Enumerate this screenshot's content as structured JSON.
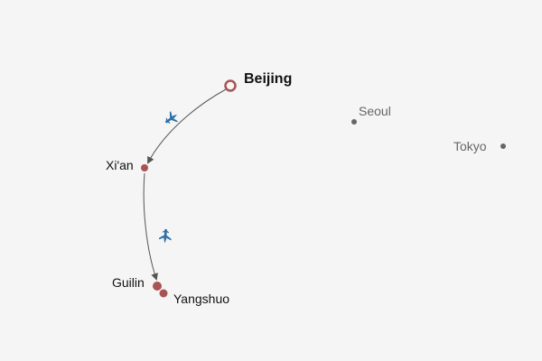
{
  "map": {
    "colors": {
      "background": "#f5f5f5",
      "route_marker": "#a85455",
      "route_line": "#555555",
      "plane": "#2f6ea6",
      "city_label": "#111111",
      "other_marker": "#666666",
      "other_label": "#666666"
    },
    "route_cities": [
      {
        "name": "Beijing",
        "role": "origin",
        "marker": "ring"
      },
      {
        "name": "Xi'an",
        "role": "stop",
        "marker": "dot"
      },
      {
        "name": "Guilin",
        "role": "stop",
        "marker": "dot"
      },
      {
        "name": "Yangshuo",
        "role": "stop",
        "marker": "dot"
      }
    ],
    "other_cities": [
      {
        "name": "Seoul",
        "marker": "dot"
      },
      {
        "name": "Tokyo",
        "marker": "dot"
      }
    ],
    "legs": [
      {
        "from": "Beijing",
        "to": "Xi'an",
        "mode": "plane-icon"
      },
      {
        "from": "Xi'an",
        "to": "Guilin",
        "mode": "plane-icon"
      }
    ]
  }
}
